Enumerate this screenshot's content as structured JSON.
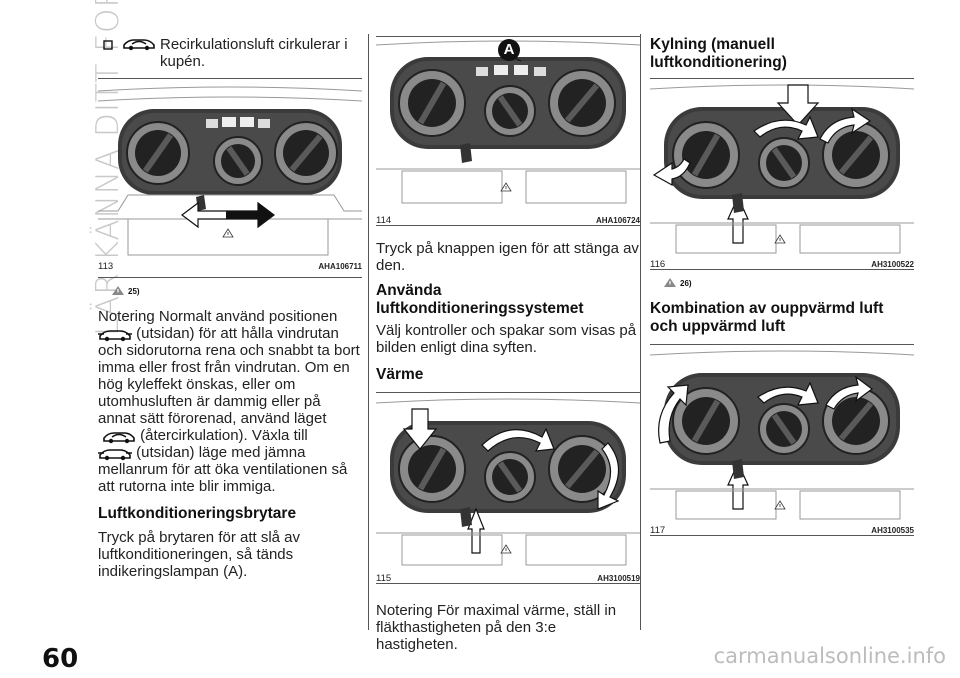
{
  "side_tab": "LÄR KÄNNA DITT FORDON",
  "page_number": "60",
  "watermark": "carmanualsonline.info",
  "col1": {
    "recirc_text": "Recirkulationsluft cirkulerar i kupén.",
    "fig113": {
      "number": "113",
      "code": "AHA106711"
    },
    "note_ref": "25)",
    "note_p1": "Notering  Normalt använd positionen",
    "note_p2": "(utsidan) för att hålla vindrutan och sidorutorna rena och snabbt ta bort imma eller frost från vindrutan. Om en hög kyleffekt önskas, eller om utomhusluften är dammig eller på annat sätt förorenad, använd läget",
    "note_p3": "(återcirkulation). Växla till",
    "note_p4": "(utsidan) läge med jämna mellanrum för att öka ventilationen så att rutorna inte blir immiga.",
    "heading_ac_switch": "Luftkonditioneringsbrytare",
    "ac_switch_text": "Tryck på brytaren för att slå av luftkonditioneringen, så tänds indikeringslampan (A)."
  },
  "col2": {
    "fig114": {
      "number": "114",
      "code": "AHA106724",
      "label": "A"
    },
    "press_again": "Tryck på knappen igen för att stänga av den.",
    "heading_use": "Använda luftkonditioneringssystemet",
    "use_text": "Välj kontroller och spakar som visas på bilden enligt dina syften.",
    "heading_heat": "Värme",
    "fig115": {
      "number": "115",
      "code": "AH3100519"
    },
    "heat_note": "Notering  För maximal värme, ställ in fläkthastigheten på den 3:e hastigheten."
  },
  "col3": {
    "heading_cool": "Kylning (manuell luftkonditionering)",
    "fig116": {
      "number": "116",
      "code": "AH3100522"
    },
    "note_ref": "26)",
    "heading_combo": "Kombination av ouppvärmd luft och uppvärmd luft",
    "fig117": {
      "number": "117",
      "code": "AH3100535"
    }
  },
  "colors": {
    "panel": "#3a3a3a",
    "knob": "#2a2a2a",
    "arrow_fill": "#ffffff",
    "side_tab": "#c9c9c9"
  }
}
